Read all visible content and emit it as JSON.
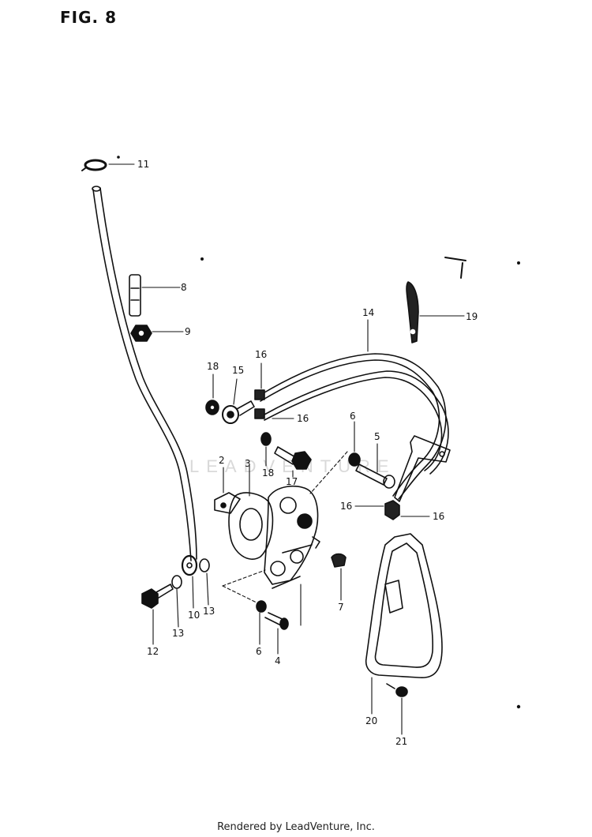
{
  "figure_title": "FIG. 8",
  "watermark": "LEADVENTURE",
  "footer": "Rendered by LeadVenture, Inc.",
  "callouts": [
    {
      "id": "c11",
      "text": "11"
    },
    {
      "id": "c8",
      "text": "8"
    },
    {
      "id": "c9",
      "text": "9"
    },
    {
      "id": "c14",
      "text": "14"
    },
    {
      "id": "c19",
      "text": "19"
    },
    {
      "id": "c18a",
      "text": "18"
    },
    {
      "id": "c15",
      "text": "15"
    },
    {
      "id": "c16a",
      "text": "16"
    },
    {
      "id": "c16b",
      "text": "16"
    },
    {
      "id": "c6a",
      "text": "6"
    },
    {
      "id": "c5",
      "text": "5"
    },
    {
      "id": "c2",
      "text": "2"
    },
    {
      "id": "c3",
      "text": "3"
    },
    {
      "id": "c18b",
      "text": "18"
    },
    {
      "id": "c17",
      "text": "17"
    },
    {
      "id": "c16c",
      "text": "16"
    },
    {
      "id": "c16d",
      "text": "16"
    },
    {
      "id": "c13a",
      "text": "13"
    },
    {
      "id": "c10",
      "text": "10"
    },
    {
      "id": "c13b",
      "text": "13"
    },
    {
      "id": "c12",
      "text": "12"
    },
    {
      "id": "c6b",
      "text": "6"
    },
    {
      "id": "c4",
      "text": "4"
    },
    {
      "id": "c7",
      "text": "7"
    },
    {
      "id": "c20",
      "text": "20"
    },
    {
      "id": "c21",
      "text": "21"
    }
  ]
}
